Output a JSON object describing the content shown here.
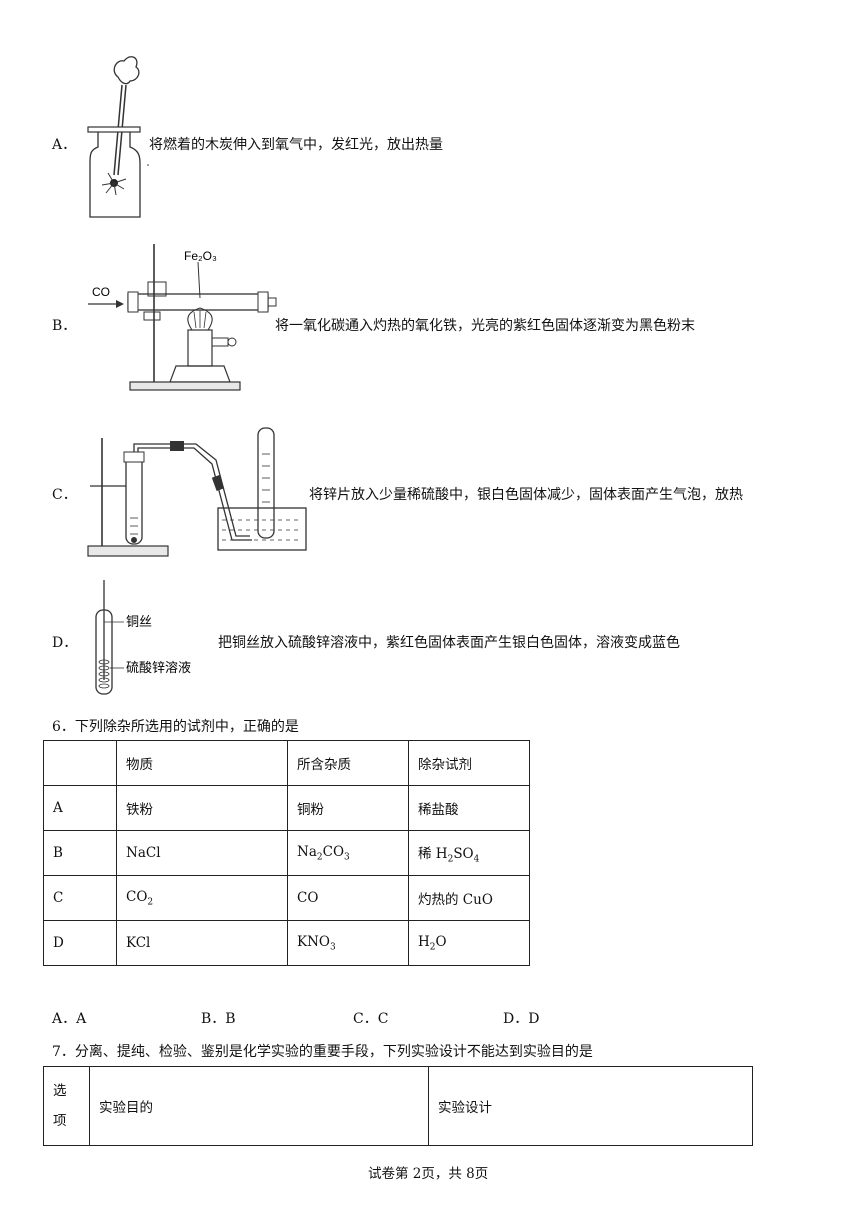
{
  "options": [
    {
      "letter": "A．",
      "text": "将燃着的木炭伸入到氧气中，发红光，放出热量"
    },
    {
      "letter": "B．",
      "text": "将一氧化碳通入灼热的氧化铁，光亮的紫红色固体逐渐变为黑色粉末",
      "diagram_label_co": "CO",
      "diagram_label_fe2o3": "Fe₂O₃"
    },
    {
      "letter": "C．",
      "text": "将锌片放入少量稀硫酸中，银白色固体减少，固体表面产生气泡，放热"
    },
    {
      "letter": "D．",
      "text": "把铜丝放入硫酸锌溶液中，紫红色固体表面产生银白色固体，溶液变成蓝色",
      "diagram_label_wire": "铜丝",
      "diagram_label_solution": "硫酸锌溶液"
    }
  ],
  "q6": {
    "stem": "6．下列除杂所选用的试剂中，正确的是",
    "headers": [
      "",
      "物质",
      "所含杂质",
      "除杂试剂"
    ],
    "rows": [
      {
        "label": "A",
        "substance": "铁粉",
        "impurity": "铜粉",
        "reagent": "稀盐酸"
      },
      {
        "label": "B",
        "substance": "NaCl",
        "impurity_main": "Na",
        "impurity_sub1": "2",
        "impurity_mid": "CO",
        "impurity_sub2": "3",
        "reagent_pre": "稀 H",
        "reagent_sub1": "2",
        "reagent_mid": "SO",
        "reagent_sub2": "4"
      },
      {
        "label": "C",
        "substance_main": "CO",
        "substance_sub": "2",
        "impurity": "CO",
        "reagent": "灼热的 CuO"
      },
      {
        "label": "D",
        "substance": "KCl",
        "impurity_main": "KNO",
        "impurity_sub": "3",
        "reagent_main": "H",
        "reagent_sub": "2",
        "reagent_end": "O"
      }
    ],
    "answers": [
      "A．A",
      "B．B",
      "C．C",
      "D．D"
    ]
  },
  "q7": {
    "stem": "7．分离、提纯、检验、鉴别是化学实验的重要手段，下列实验设计不能达到实验目的是",
    "header_col1_line1": "选",
    "header_col1_line2": "项",
    "header_col2": "实验目的",
    "header_col3": "实验设计"
  },
  "footer": "试卷第 2页，共 8页"
}
